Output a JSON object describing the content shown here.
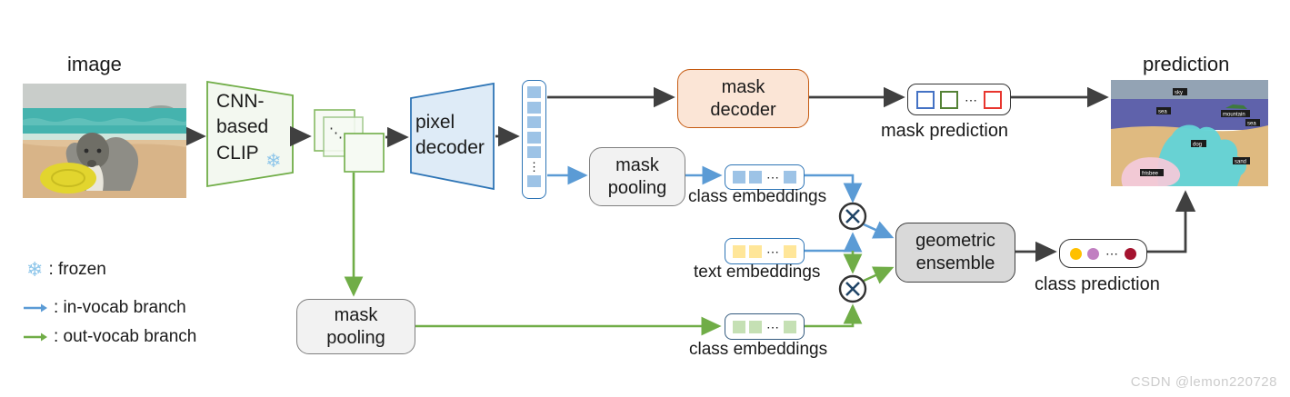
{
  "titles": {
    "image": "image",
    "prediction": "prediction"
  },
  "nodes": {
    "clip": {
      "line1": "CNN-",
      "line2": "based",
      "line3": "CLIP",
      "frozen_icon": "❄"
    },
    "pixel_decoder": "pixel decoder",
    "mask_decoder": "mask decoder",
    "mask_pooling_top": "mask pooling",
    "mask_pooling_bottom": "mask pooling",
    "geometric_ensemble": "geometric ensemble"
  },
  "labels": {
    "class_embeddings_top": "class embeddings",
    "text_embeddings": "text embeddings",
    "class_embeddings_bottom": "class embeddings",
    "mask_prediction": "mask prediction",
    "class_prediction": "class prediction"
  },
  "glyphs": {
    "h_ellipsis": "⋯",
    "v_ellipsis": "⋮",
    "feature_dots": "⋱",
    "otimes": "×"
  },
  "legend": {
    "frozen_icon": "❄",
    "frozen_label": ": frozen",
    "in_vocab_label": ": in-vocab branch",
    "out_vocab_label": ": out-vocab branch"
  },
  "prediction_image": {
    "labels": [
      {
        "text": "sky"
      },
      {
        "text": "sea"
      },
      {
        "text": "mountain"
      },
      {
        "text": "sea"
      },
      {
        "text": "dog"
      },
      {
        "text": "sand"
      },
      {
        "text": "frisbee"
      }
    ]
  },
  "watermark": "CSDN @lemon220728",
  "colors": {
    "arrow_dark": "#404040",
    "in_vocab_blue": "#5B9BD5",
    "out_vocab_green": "#70AD47",
    "clip_border": "#70AD47",
    "clip_fill": "#F3F8F0",
    "pixel_decoder_border": "#2E75B6",
    "pixel_decoder_fill": "#DEEBF7",
    "mask_decoder_fill": "#FBE5D6",
    "mask_decoder_border": "#C55A11",
    "pooling_fill": "#F2F2F2",
    "ensemble_fill": "#D9D9D9",
    "embed_blue": "#9DC3E6",
    "embed_yellow": "#FFE699",
    "embed_green": "#C5E0B4",
    "pred_sq_blue": "#4472C4",
    "pred_sq_green": "#548235",
    "pred_sq_red": "#E8352E",
    "class_dot_gold": "#FFC000",
    "class_dot_orchid": "#C17FC1",
    "class_dot_darkred": "#A5132F"
  }
}
